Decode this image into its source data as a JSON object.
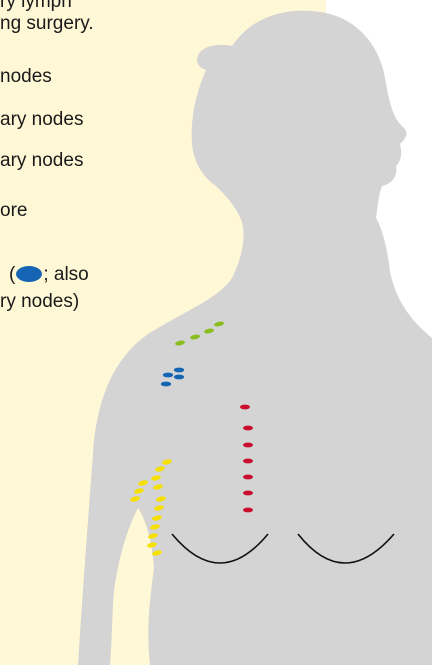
{
  "legend": {
    "intro_line1": "ry lymph",
    "intro_line2": "ng surgery.",
    "item1": "nodes",
    "item2": "ary nodes",
    "item3": "ary nodes",
    "item4": "ore",
    "item5_before": " (",
    "item5_after": "; also",
    "item5_line2": "ry nodes)"
  },
  "colors": {
    "panel_background": "#fff8d6",
    "body_silhouette": "#d4d4d4",
    "supraclavicular_nodes": "#8bbd1e",
    "infraclavicular_nodes": "#1565b4",
    "internal_mammary_nodes": "#c8102e",
    "axillary_nodes": "#f5e000",
    "breast_outline": "#111111"
  }
}
